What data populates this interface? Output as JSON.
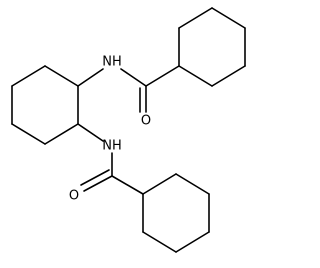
{
  "molecule": {
    "atoms": {
      "nh_top": "NH",
      "o_top": "O",
      "nh_bottom": "NH",
      "o_bottom": "O"
    },
    "colors": {
      "bond": "#000000",
      "label": "#000000",
      "background": "#ffffff"
    }
  }
}
